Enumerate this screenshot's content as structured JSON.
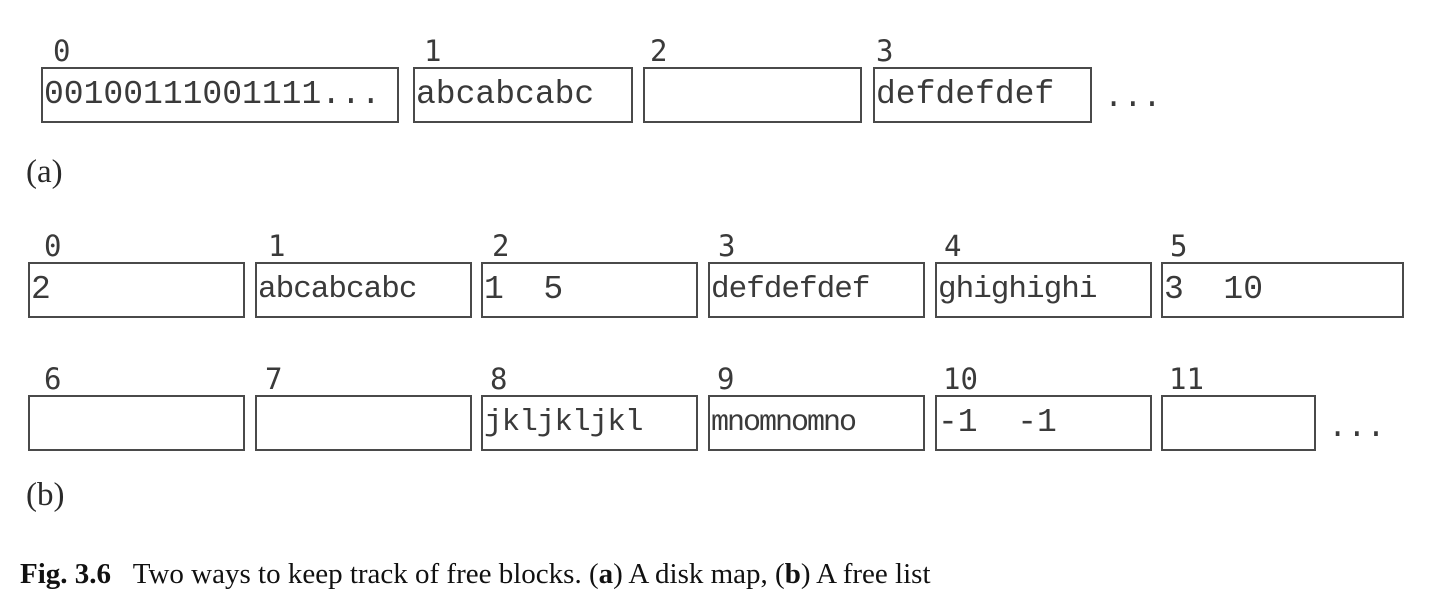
{
  "diagram_a": {
    "label": "(a)",
    "blocks": [
      {
        "index": "0",
        "content": "00100111001111..."
      },
      {
        "index": "1",
        "content": "abcabcabc"
      },
      {
        "index": "2",
        "content": ""
      },
      {
        "index": "3",
        "content": "defdefdef"
      }
    ],
    "ellipsis": "..."
  },
  "diagram_b": {
    "label": "(b)",
    "row1": [
      {
        "index": "0",
        "content": "2"
      },
      {
        "index": "1",
        "content": "abcabcabc"
      },
      {
        "index": "2",
        "content": "1  5"
      },
      {
        "index": "3",
        "content": "defdefdef"
      },
      {
        "index": "4",
        "content": "ghighighi"
      },
      {
        "index": "5",
        "content": "3  10"
      }
    ],
    "row2": [
      {
        "index": "6",
        "content": ""
      },
      {
        "index": "7",
        "content": ""
      },
      {
        "index": "8",
        "content": "jkljkljkl"
      },
      {
        "index": "9",
        "content": "mnomnomno"
      },
      {
        "index": "10",
        "content": "-1  -1"
      },
      {
        "index": "11",
        "content": ""
      }
    ],
    "ellipsis": "..."
  },
  "caption": {
    "fig_label": "Fig. 3.6",
    "text_1": "Two ways to keep track of free blocks. (",
    "a_letter": "a",
    "text_2": ") A disk map, (",
    "b_letter": "b",
    "text_3": ") A free list"
  }
}
